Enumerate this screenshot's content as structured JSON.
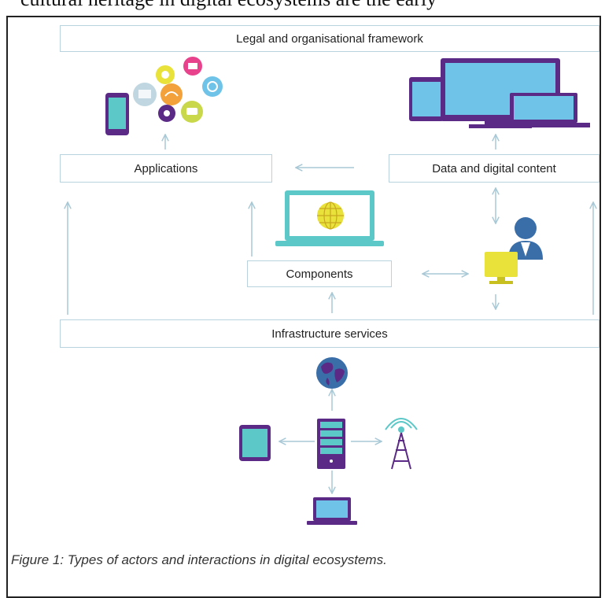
{
  "header": {
    "cutoff_text": "cultural heritage in digital ecosystems are the early"
  },
  "diagram": {
    "legal_framework": "Legal and organisational framework",
    "applications": "Applications",
    "data_content": "Data and digital content",
    "components": "Components",
    "infrastructure": "Infrastructure services"
  },
  "caption": "Figure 1: Types of actors and interactions in digital ecosystems.",
  "icons": [
    "mobile-apps-icon",
    "devices-icon",
    "laptop-globe-icon",
    "user-computer-icon",
    "globe-icon",
    "server-icon",
    "tablet-icon",
    "antenna-icon",
    "laptop-icon"
  ],
  "colors": {
    "box_border": "#b9d3de",
    "arrow": "#a8c8d6",
    "teal": "#5cc8c8",
    "purple": "#5b2a86",
    "blue": "#3a6ea8",
    "yellow": "#e8e23a",
    "orange": "#f3a13a",
    "pink": "#e8428c",
    "green": "#c8d84a",
    "lightblue": "#6fc3e8"
  }
}
